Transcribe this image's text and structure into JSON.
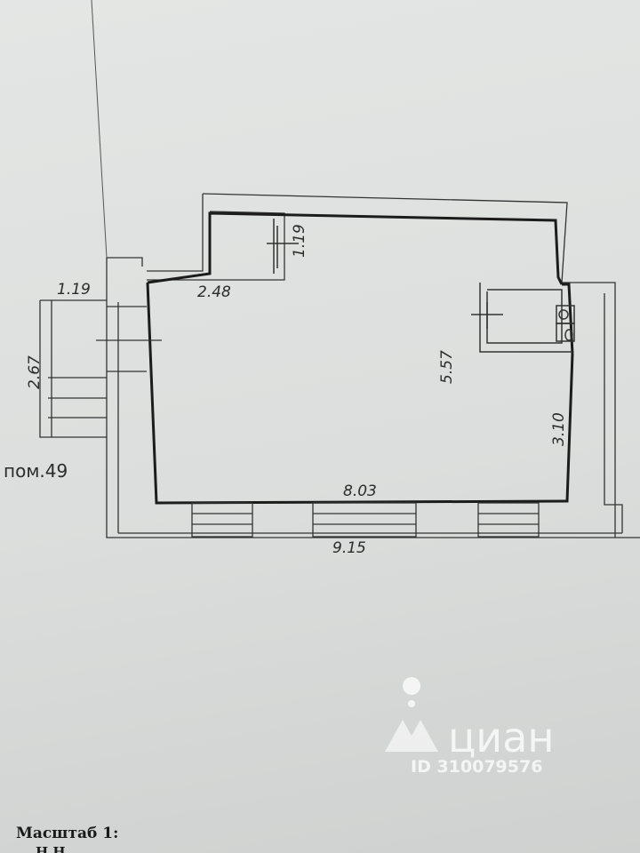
{
  "plan": {
    "room_label": "пом.49",
    "dimensions": {
      "d_1_19_top": "1.19",
      "d_2_48": "2.48",
      "d_1_19_left": "1.19",
      "d_2_67": "2.67",
      "d_5_57": "5.57",
      "d_3_10": "3.10",
      "d_8_03": "8.03",
      "d_9_15": "9.15"
    }
  },
  "watermark": {
    "brand": "циан",
    "id_text": "ID 310079576"
  },
  "footer": {
    "scale_label": "Масштаб 1:",
    "second_line": "Н          Н"
  }
}
